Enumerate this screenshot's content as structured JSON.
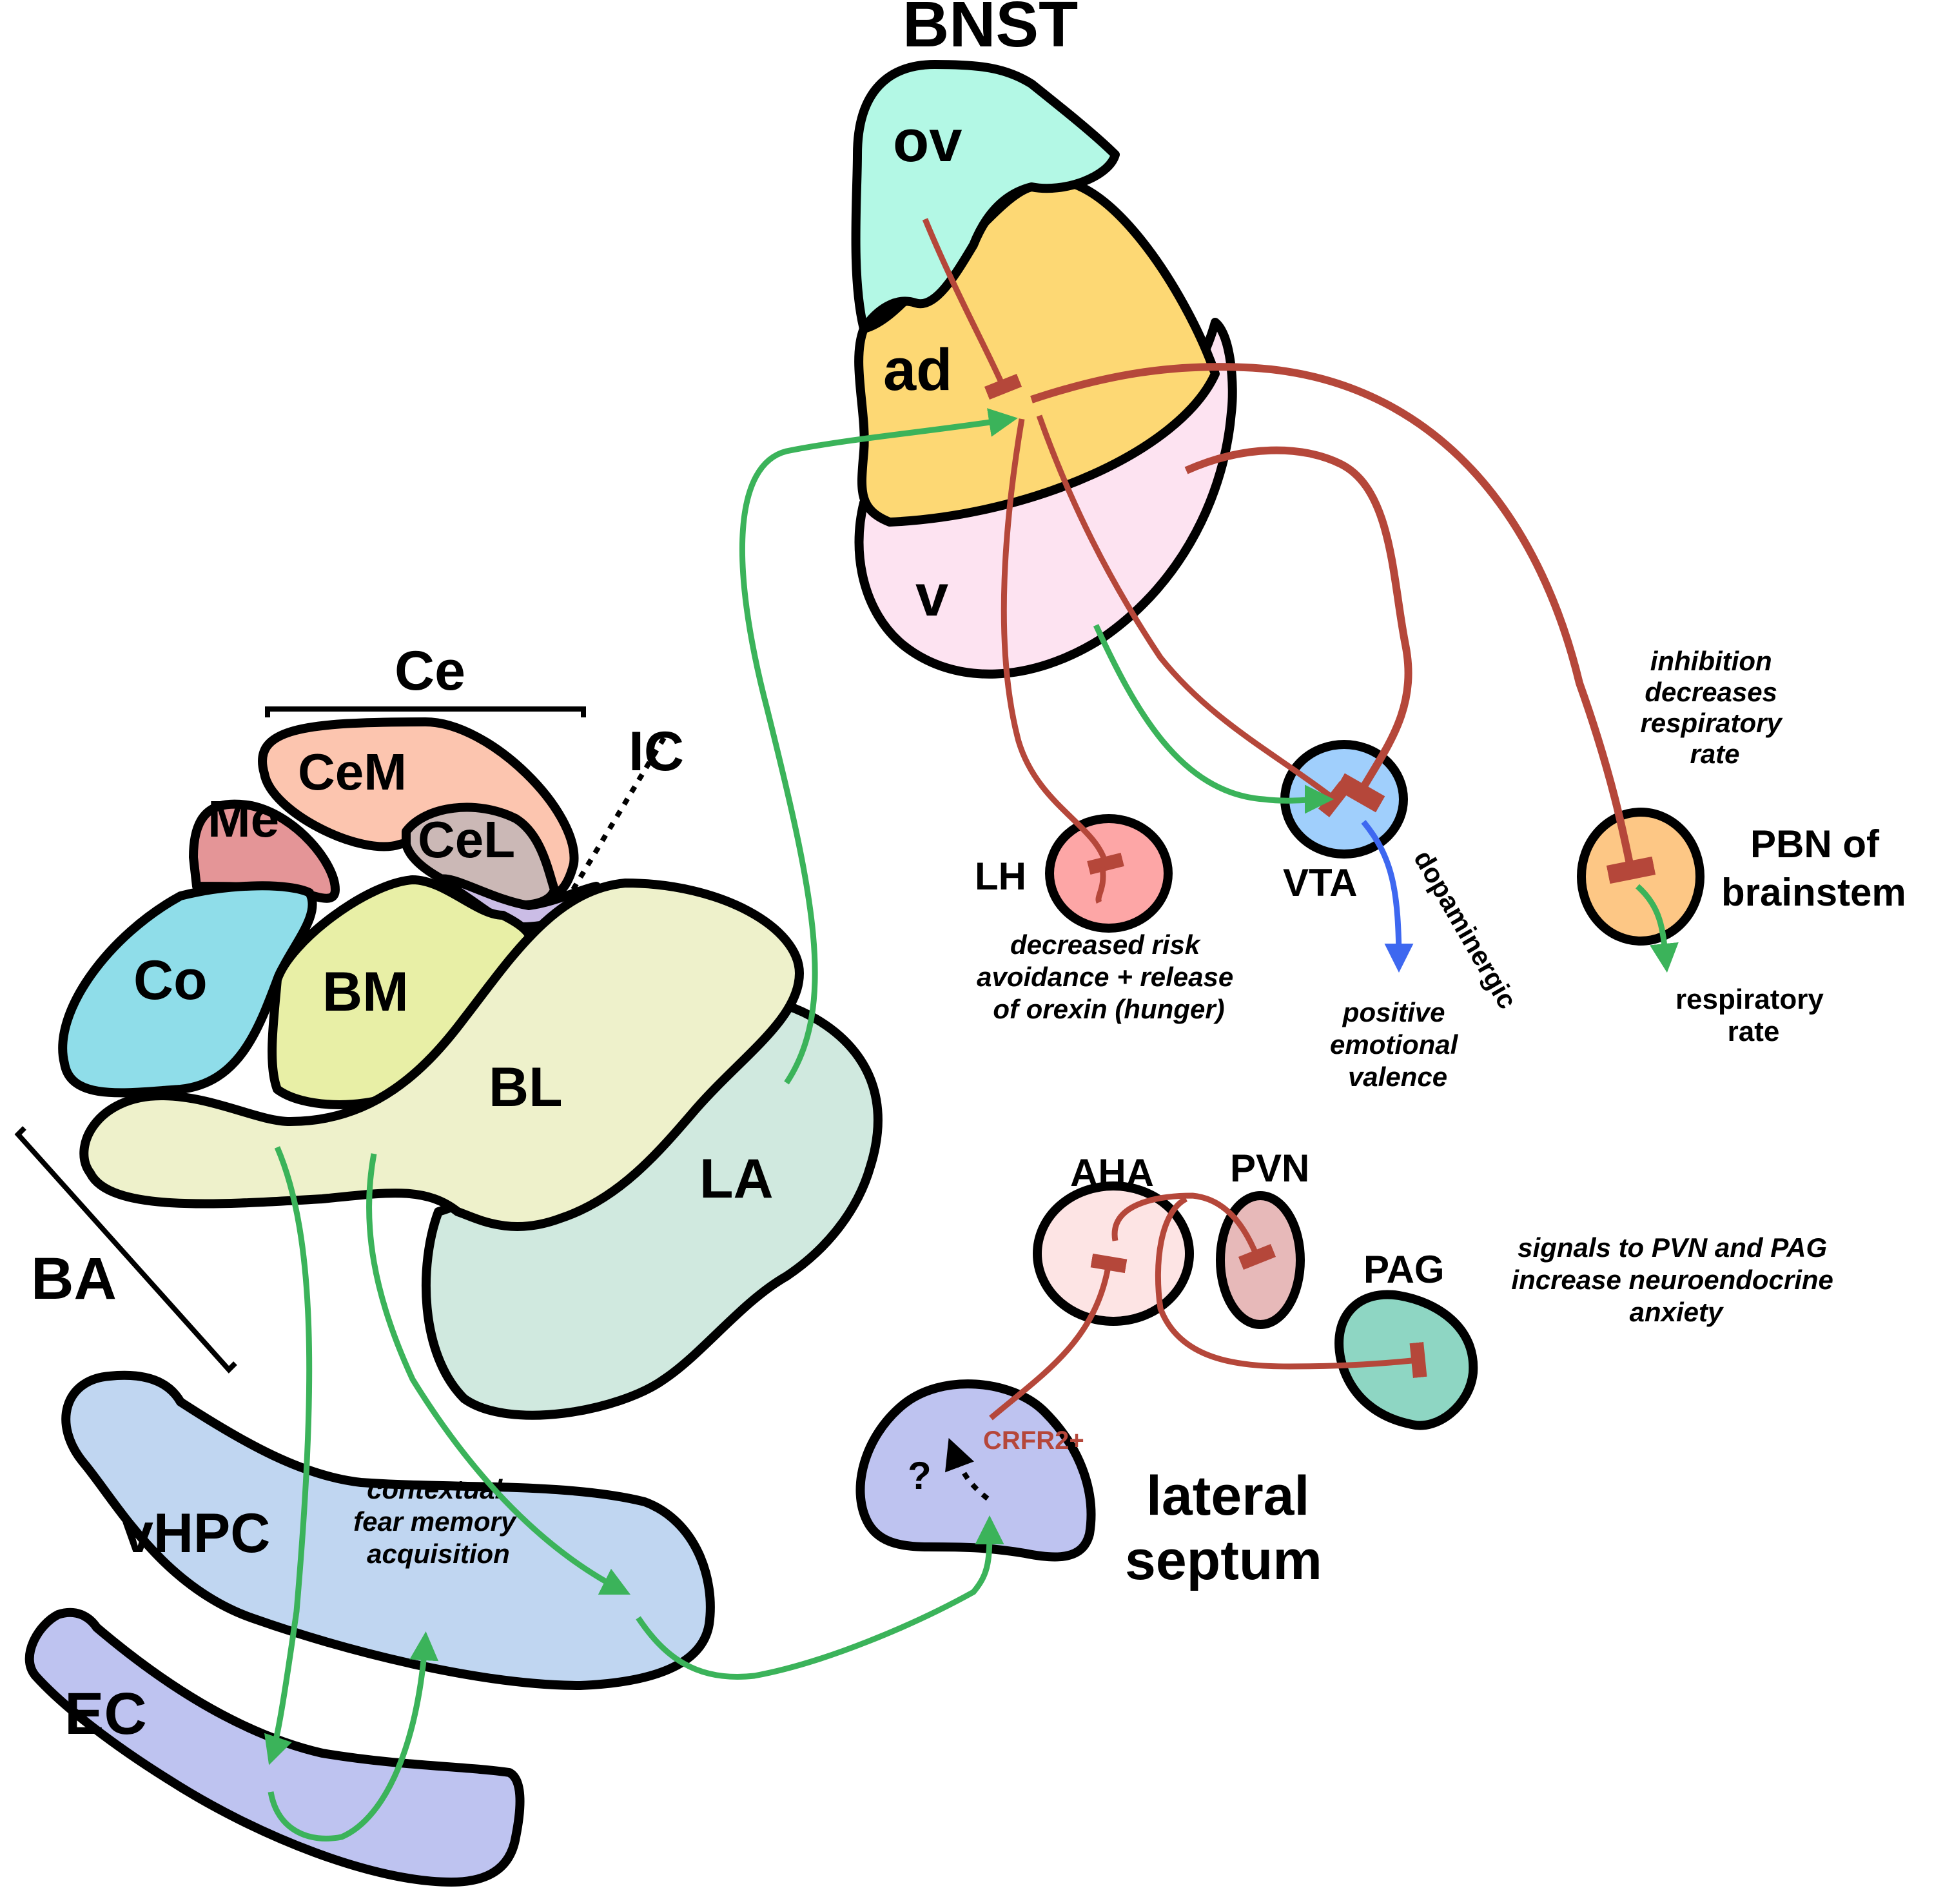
{
  "colors": {
    "inhibitory": "#b5473a",
    "excitatory": "#3bb35a",
    "dopaminergic": "#3e68f0",
    "ov": "#b3f8e5",
    "ad": "#fdd874",
    "v": "#fde3f1",
    "CeM": "#fcc5af",
    "Me": "#e49597",
    "CeL": "#cbb8b6",
    "IC": "#cbbde6",
    "Co": "#8fdde9",
    "BM": "#e8efa6",
    "BL": "#eef1cb",
    "LA": "#d0e9df",
    "vHPC": "#c0d6f1",
    "EC": "#bec3f0",
    "LH": "#fda6a6",
    "VTA": "#a0cffc",
    "PBN": "#fdc785",
    "AHA": "#fde4e4",
    "PVN": "#e7b9b9",
    "PAG": "#8ed6c3",
    "LS": "#bec3f0"
  },
  "labels": {
    "BNST": "BNST",
    "ov": "ov",
    "ad": "ad",
    "v": "v",
    "Ce": "Ce",
    "CeM": "CeM",
    "Me": "Me",
    "CeL": "CeL",
    "IC": "IC",
    "Co": "Co",
    "BM": "BM",
    "BL": "BL",
    "LA": "LA",
    "BA": "BA",
    "vHPC": "vHPC",
    "EC": "EC",
    "LH": "LH",
    "VTA": "VTA",
    "PBN_line1": "PBN of",
    "PBN_line2": "brainstem",
    "AHA": "AHA",
    "PVN": "PVN",
    "PAG": "PAG",
    "LS_line1": "lateral",
    "LS_line2": "septum",
    "question": "?",
    "CRFR2": "CRFR2+"
  },
  "annotations": {
    "lh_note": [
      "decreased risk",
      "avoidance + release",
      "of orexin (hunger)"
    ],
    "vta_note": [
      "positive",
      "emotional",
      "valence"
    ],
    "dopaminergic": "dopaminergic",
    "pbn_note": [
      "inhibition",
      "decreases",
      "respiratory",
      "rate"
    ],
    "respiratory": [
      "respiratory",
      "rate"
    ],
    "pvn_pag_note": [
      "signals to PVN and PAG",
      "increase neuroendocrine",
      "anxiety"
    ],
    "vhpc_note": [
      "contextual",
      "fear memory",
      "acquisition"
    ]
  },
  "connections": [
    {
      "from": "ov",
      "to": "ad",
      "type": "inhibitory"
    },
    {
      "from": "LA",
      "to": "ad",
      "type": "excitatory"
    },
    {
      "from": "ad",
      "to": "LH",
      "type": "inhibitory"
    },
    {
      "from": "ad",
      "to": "VTA",
      "type": "inhibitory"
    },
    {
      "from": "ad",
      "to": "PBN",
      "type": "inhibitory"
    },
    {
      "from": "v",
      "to": "VTA",
      "type": "inhibitory"
    },
    {
      "from": "v",
      "to": "VTA",
      "type": "excitatory"
    },
    {
      "from": "VTA",
      "to": "positive emotional valence",
      "type": "dopaminergic"
    },
    {
      "from": "PBN",
      "to": "respiratory rate",
      "type": "excitatory"
    },
    {
      "from": "BL",
      "to": "EC",
      "type": "excitatory"
    },
    {
      "from": "EC",
      "to": "vHPC",
      "type": "excitatory"
    },
    {
      "from": "BL",
      "to": "vHPC",
      "type": "excitatory"
    },
    {
      "from": "vHPC",
      "to": "lateral septum",
      "type": "excitatory"
    },
    {
      "from": "lateral septum",
      "to": "AHA",
      "type": "inhibitory"
    },
    {
      "from": "AHA",
      "to": "PVN",
      "type": "inhibitory"
    },
    {
      "from": "AHA",
      "to": "PAG",
      "type": "inhibitory"
    }
  ]
}
